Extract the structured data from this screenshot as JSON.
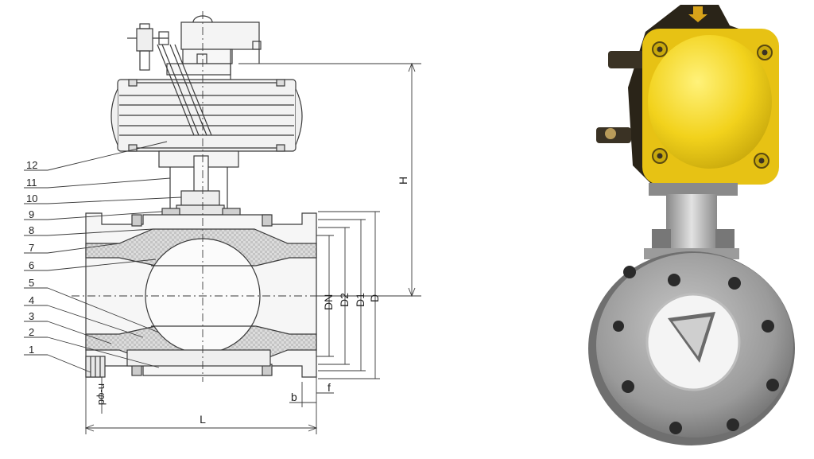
{
  "diagram": {
    "part_numbers": [
      "12",
      "11",
      "10",
      "9",
      "8",
      "7",
      "6",
      "5",
      "4",
      "3",
      "2",
      "1"
    ],
    "dimensions": {
      "height": "H",
      "length": "L",
      "nominal": "DN",
      "d2": "D2",
      "d1": "D1",
      "d": "D",
      "b": "b",
      "f": "f",
      "bolt_holes": "n-φd"
    }
  },
  "colors": {
    "line": "#3a3a3a",
    "lining_fill": "#d9d9d9",
    "actuator_yellow": "#f2d21c",
    "actuator_dark": "#2a2418",
    "body_steel": "#9a9a9a",
    "ptfe_white": "#f4f4f4"
  }
}
